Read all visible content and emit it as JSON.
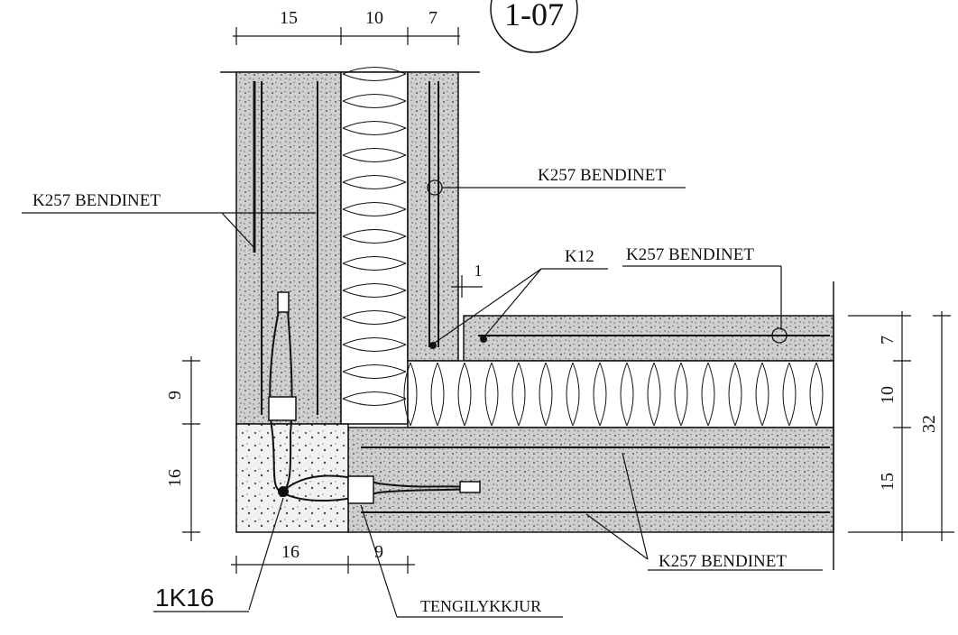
{
  "detail_id": "1-07",
  "dimensions": {
    "top": [
      "15",
      "10",
      "7"
    ],
    "gap": "1",
    "left": [
      "9",
      "16"
    ],
    "right": [
      "7",
      "10",
      "15"
    ],
    "right_total": "32",
    "bottom": [
      "16",
      "9"
    ]
  },
  "callouts": {
    "k257_left": "K257 BENDINET",
    "k257_upper_right": "K257 BENDINET",
    "k257_mid_right": "K257 BENDINET",
    "k257_bottom": "K257 BENDINET",
    "k12": "K12",
    "k16": "1K16",
    "tension_loop": "TENGILYKKJUR"
  },
  "colors": {
    "ink": "#111111",
    "concrete_fill": "#d8d8d8",
    "insulation_fill": "#ffffff"
  }
}
